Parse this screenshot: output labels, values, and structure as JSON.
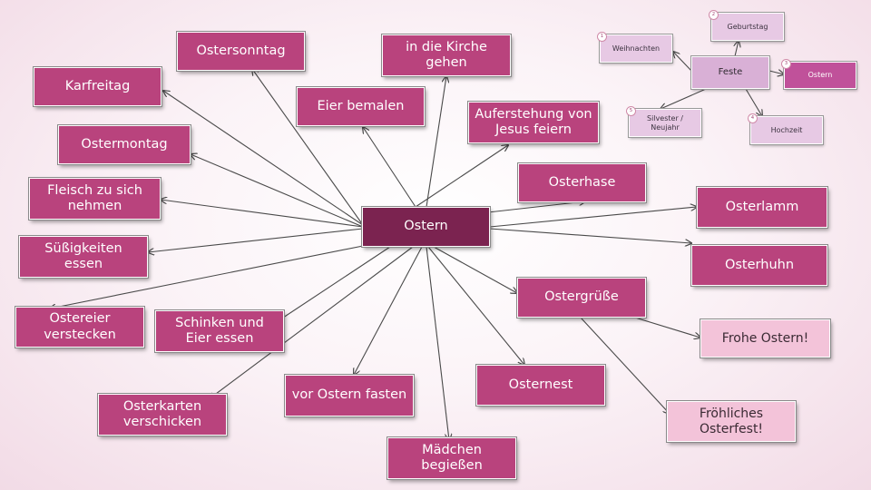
{
  "center": "Ostern",
  "nodes": {
    "karfreitag": "Karfreitag",
    "ostersonntag": "Ostersonntag",
    "ostermontag": "Ostermontag",
    "fleisch": "Fleisch zu sich nehmen",
    "suessigkeiten": "Süßigkeiten essen",
    "ostereier": "Ostereier verstecken",
    "schinken": "Schinken und Eier essen",
    "osterkarten": "Osterkarten verschicken",
    "fasten": "vor Ostern fasten",
    "maedchen": "Mädchen begießen",
    "osternest": "Osternest",
    "ostergruesse": "Ostergrüße",
    "osterhuhn": "Osterhuhn",
    "osterlamm": "Osterlamm",
    "osterhase": "Osterhase",
    "auferstehung": "Auferstehung von Jesus feiern",
    "eier_bemalen": "Eier bemalen",
    "kirche": "in die Kirche gehen",
    "frohe_ostern": "Frohe Ostern!",
    "froehliches": "Fröhliches Osterfest!"
  },
  "mini_map": {
    "center": "Feste",
    "items": [
      {
        "label": "Weihnachten",
        "number": "1"
      },
      {
        "label": "Geburtstag",
        "number": "2"
      },
      {
        "label": "Ostern",
        "number": "3"
      },
      {
        "label": "Hochzeit",
        "number": "4"
      },
      {
        "label": "Silvester / Neujahr",
        "number": "5"
      }
    ]
  },
  "colors": {
    "node": "#b9437d",
    "center": "#7b2350",
    "leaf": "#f3c3d9",
    "line": "#4a4a4a"
  }
}
